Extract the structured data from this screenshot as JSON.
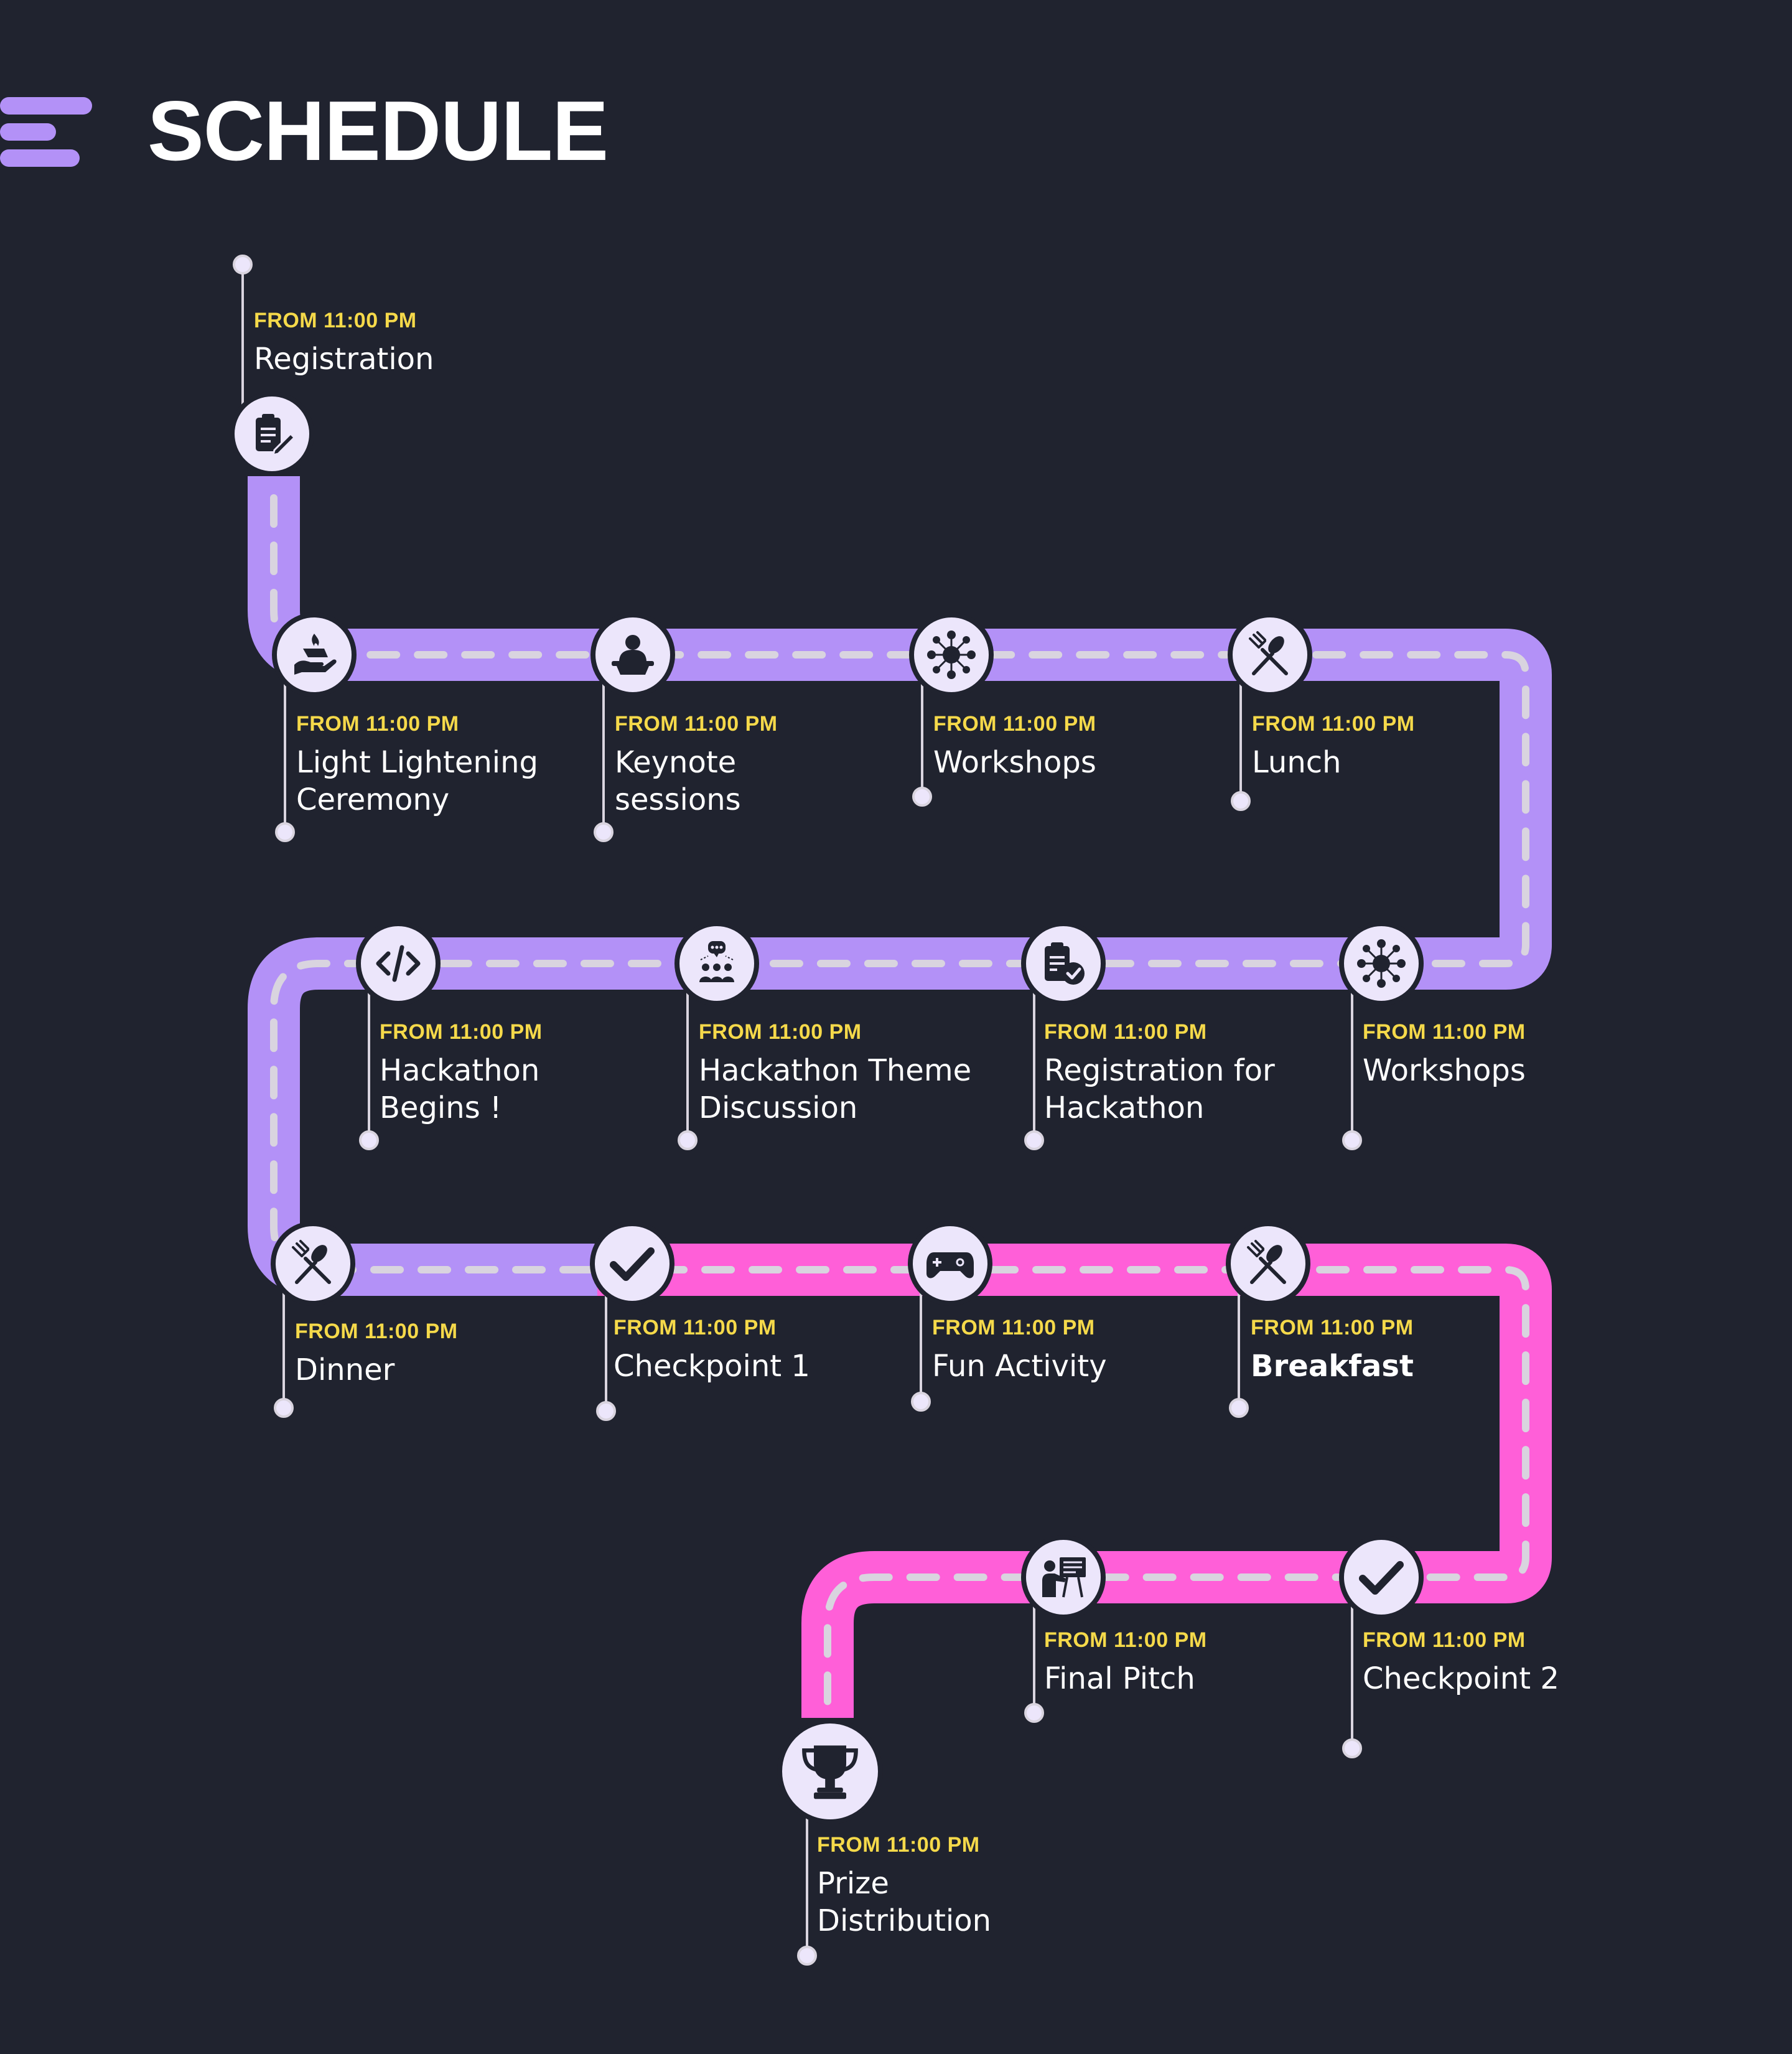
{
  "header": {
    "title": "SCHEDULE",
    "menu_icon": "hamburger-lines-icon"
  },
  "colors": {
    "background": "#20232f",
    "track_purple": "#b391f7",
    "track_pink": "#ff5fd8",
    "dashes": "#d9d4df",
    "time_text": "#f5d94a",
    "label_text": "#ffffff",
    "icon_circle": "#ece6fb",
    "icon_glyph": "#20232f"
  },
  "events": [
    {
      "time": "FROM 11:00 PM",
      "name": "Registration",
      "icon": "clipboard-pencil-icon"
    },
    {
      "time": "FROM 11:00 PM",
      "name": "Light Lightening\nCeremony",
      "icon": "hand-flame-icon"
    },
    {
      "time": "FROM 11:00 PM",
      "name": "Keynote\nsessions",
      "icon": "speaker-podium-icon"
    },
    {
      "time": "FROM 11:00 PM",
      "name": "Workshops",
      "icon": "network-team-icon"
    },
    {
      "time": "FROM 11:00 PM",
      "name": "Lunch",
      "icon": "spoon-fork-icon"
    },
    {
      "time": "FROM 11:00 PM",
      "name": "Hackathon\nBegins !",
      "icon": "code-icon"
    },
    {
      "time": "FROM 11:00 PM",
      "name": "Hackathon Theme\nDiscussion",
      "icon": "group-discussion-icon"
    },
    {
      "time": "FROM 11:00 PM",
      "name": "Registration for\nHackathon",
      "icon": "clipboard-check-icon"
    },
    {
      "time": "FROM 11:00 PM",
      "name": "Workshops",
      "icon": "network-team-icon"
    },
    {
      "time": "FROM 11:00 PM",
      "name": "Dinner",
      "icon": "spoon-fork-icon"
    },
    {
      "time": "FROM 11:00 PM",
      "name": "Checkpoint 1",
      "icon": "checkmark-icon"
    },
    {
      "time": "FROM 11:00 PM",
      "name": "Fun Activity",
      "icon": "gamepad-icon"
    },
    {
      "time": "FROM 11:00 PM",
      "name": "Breakfast",
      "icon": "spoon-fork-icon"
    },
    {
      "time": "FROM 11:00 PM",
      "name": "Checkpoint 2",
      "icon": "checkmark-icon"
    },
    {
      "time": "FROM 11:00 PM",
      "name": "Final Pitch",
      "icon": "presentation-board-icon"
    },
    {
      "time": "FROM 11:00 PM",
      "name": "Prize\nDistribution",
      "icon": "trophy-icon"
    }
  ]
}
